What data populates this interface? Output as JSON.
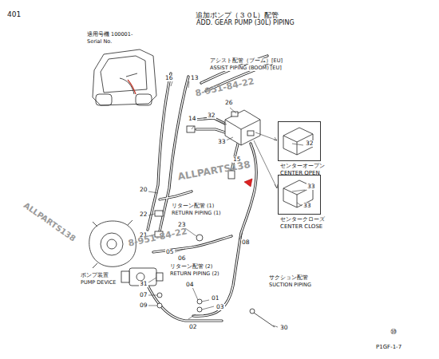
{
  "diagram": {
    "title": "追加ポンプ（３０L）配管",
    "nodes": [
      {
        "text": [
          "センターオープン",
          "CENTER OPEN"
        ]
      },
      {
        "text": [
          "センタークローズ",
          "CENTER CLOSE"
        ]
      }
    ],
    "labels": [
      "401",
      "ADD. GEAR PUMP (30L) PIPING",
      "適用号機 100001-",
      "Serial No.",
      "アシスト配管（ブーム）[EU]",
      "ASSIST PIPING (BOOM) [EU]",
      "13",
      "16",
      "26",
      "32",
      "14",
      "33",
      "15",
      "32",
      "33",
      "33",
      "20",
      "リターン配管 (1)",
      "RETURN PIPING (1)",
      "22",
      "23",
      "21",
      "08",
      "05",
      "06",
      "ポンプ装置",
      "PUMP DEVICE",
      "リターン配管 (2)",
      "RETURN PIPING (2)",
      "31",
      "04",
      "07",
      "09",
      "01",
      "03",
      "02",
      "サクション配管",
      "SUCTION PIPING",
      "30",
      "⑩",
      "P1GF-1-7",
      "8-951-84-22",
      "8-951-84-22",
      "ALLPARTS138",
      "ALLPARTS138"
    ]
  }
}
